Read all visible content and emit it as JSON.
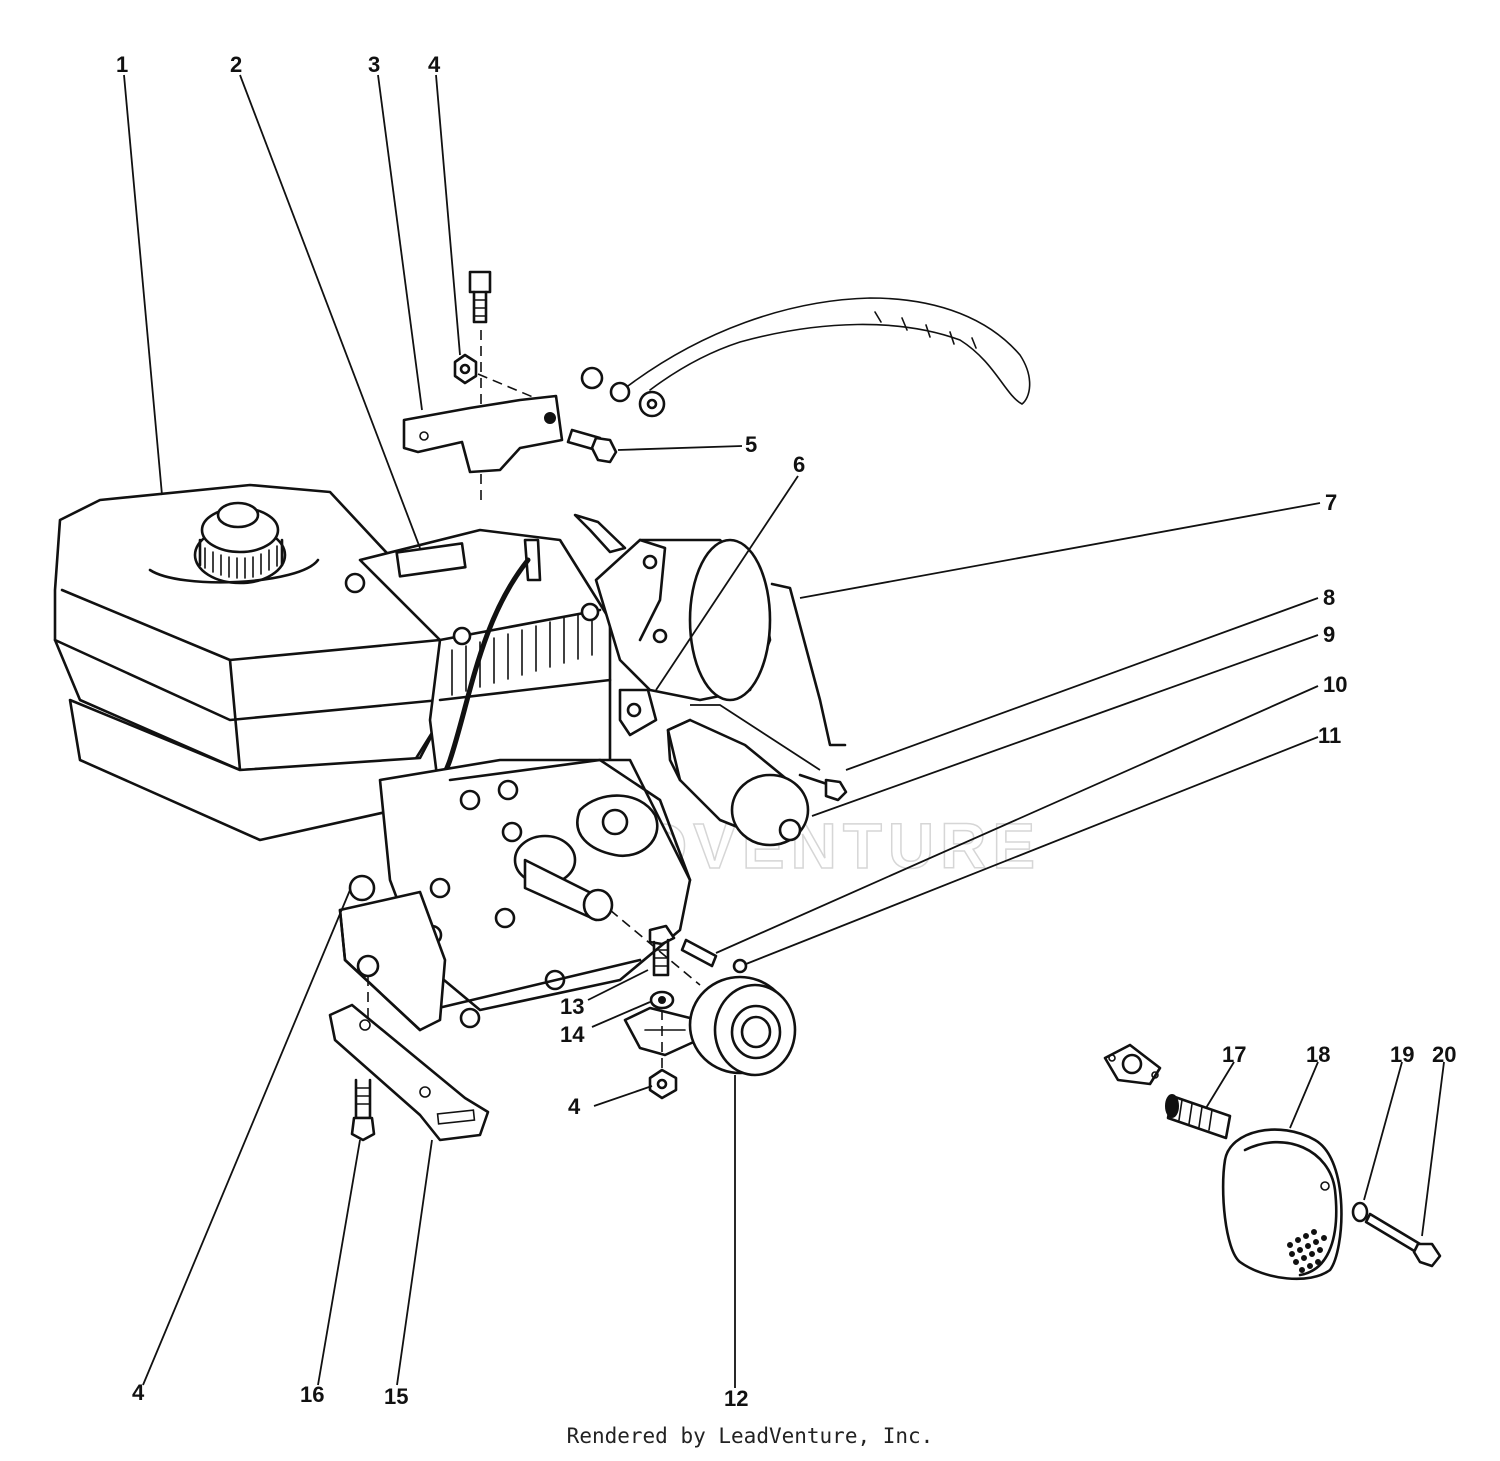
{
  "callouts": [
    "1",
    "2",
    "3",
    "4",
    "5",
    "6",
    "7",
    "8",
    "9",
    "10",
    "11",
    "12",
    "13",
    "14",
    "4",
    "4",
    "15",
    "16",
    "17",
    "18",
    "19",
    "20"
  ],
  "watermark": "LEADVENTURE",
  "credit": "Rendered by LeadVenture, Inc."
}
